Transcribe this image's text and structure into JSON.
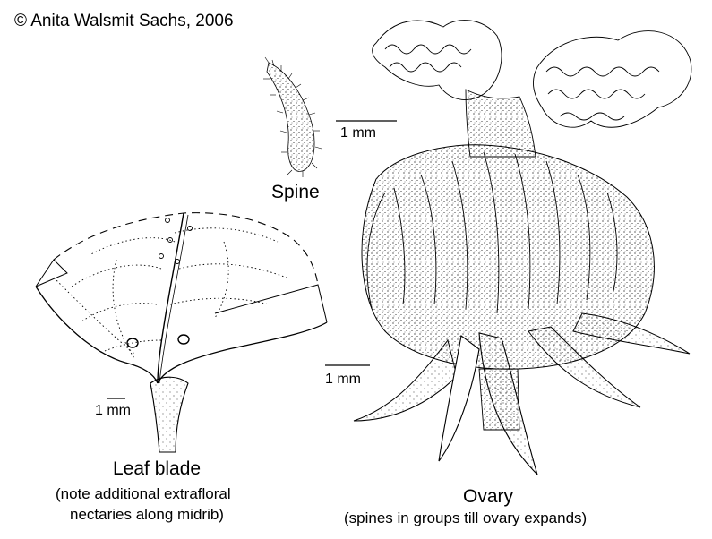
{
  "copyright": "© Anita Walsmit Sachs, 2006",
  "spine": {
    "title": "Spine",
    "scale_label": "1 mm"
  },
  "leaf": {
    "title": "Leaf blade",
    "note_line1": "(note additional extrafloral",
    "note_line2": "nectaries along midrib)",
    "scale_label": "1 mm"
  },
  "ovary": {
    "title": "Ovary",
    "note": "(spines in groups till ovary expands)",
    "scale_label": "1 mm"
  },
  "colors": {
    "ink": "#000000",
    "background": "#ffffff"
  }
}
